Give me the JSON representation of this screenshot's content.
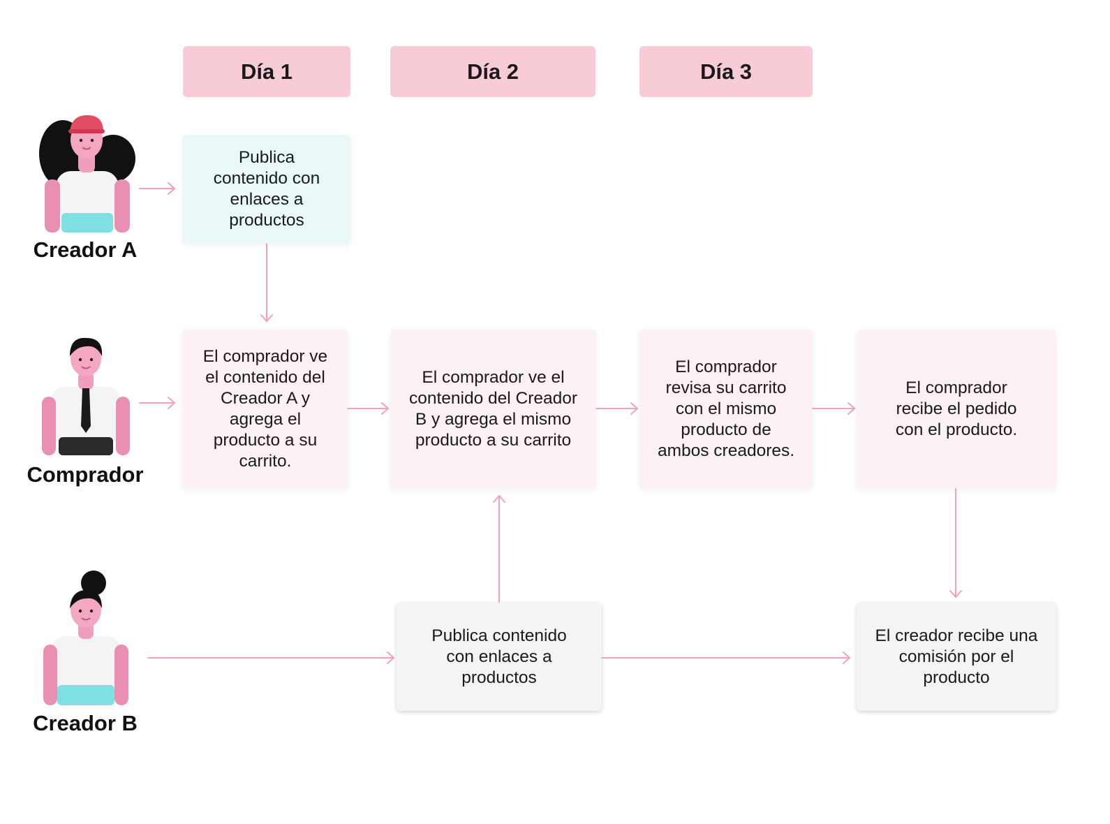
{
  "days": [
    {
      "label": "Día 1"
    },
    {
      "label": "Día 2"
    },
    {
      "label": "Día 3"
    }
  ],
  "actors": [
    {
      "label": "Creador A",
      "icon": "woman-cap-avatar-icon"
    },
    {
      "label": "Comprador",
      "icon": "man-tie-avatar-icon"
    },
    {
      "label": "Creador B",
      "icon": "woman-bun-avatar-icon"
    }
  ],
  "steps": {
    "creator_a_publish": "Publica contenido con enlaces a productos",
    "buyer_sees_a": "El comprador ve el contenido del Creador A y agrega el producto a su carrito.",
    "buyer_sees_b": "El comprador ve el contenido del Creador B y agrega el mismo producto a su carrito",
    "buyer_reviews_cart": "El comprador revisa su carrito con el mismo producto de ambos creadores.",
    "buyer_receives": "El comprador recibe el pedido con el producto.",
    "creator_b_publish": "Publica contenido con enlaces a productos",
    "creator_commission": "El creador recibe una comisión por el producto"
  },
  "colors": {
    "day_header": "#f7ccd6",
    "arrow": "#f0a3b4",
    "teal_box": "#eaf8f9",
    "pink_box": "#fdf2f3",
    "grey_box": "#f4f4f4"
  }
}
